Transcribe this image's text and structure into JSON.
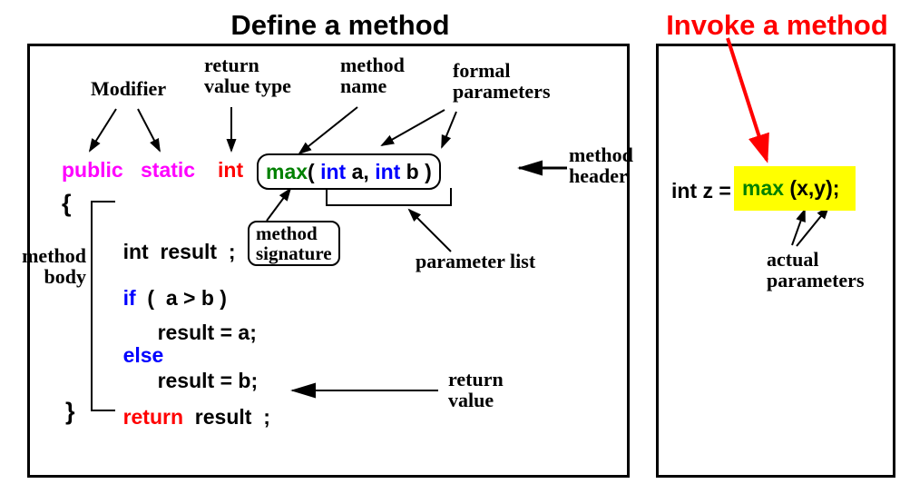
{
  "titles": {
    "define": "Define a method",
    "invoke": "Invoke a method"
  },
  "colors": {
    "magenta": "#ff00ff",
    "red": "#ff0000",
    "green": "#008000",
    "blue": "#0000ff",
    "black": "#000000",
    "yellow_highlight": "#ffff00",
    "invoke_title": "#ff0000"
  },
  "labels": {
    "modifier": "Modifier",
    "return_value_type": [
      "return",
      "value type"
    ],
    "method_name": [
      "method",
      "name"
    ],
    "formal_parameters": [
      "formal",
      "parameters"
    ],
    "method_header": [
      "method",
      "header"
    ],
    "method_signature": [
      "method",
      "signature"
    ],
    "parameter_list": "parameter list",
    "method_body": [
      "method",
      "body"
    ],
    "return_value": [
      "return",
      "value"
    ],
    "actual_parameters": [
      "actual",
      "parameters"
    ]
  },
  "code": {
    "open_brace": "{",
    "close_brace": "}",
    "header_tokens": [
      {
        "text": "public",
        "color": "#ff00ff"
      },
      {
        "text": "static",
        "color": "#ff00ff"
      },
      {
        "text": "int",
        "color": "#ff0000"
      }
    ],
    "signature_tokens": [
      {
        "text": "max",
        "color": "#008000"
      },
      {
        "text": "( ",
        "color": "#000000"
      },
      {
        "text": "int",
        "color": "#0000ff"
      },
      {
        "text": " a",
        "color": "#000000"
      },
      {
        "text": ", ",
        "color": "#000000"
      },
      {
        "text": "int",
        "color": "#0000ff"
      },
      {
        "text": " b ",
        "color": "#000000"
      },
      {
        "text": ")",
        "color": "#000000"
      }
    ],
    "body_lines": [
      {
        "tokens": [
          {
            "text": "int  result  ;",
            "color": "#000000"
          }
        ]
      },
      {
        "tokens": [
          {
            "text": "if",
            "color": "#0000ff"
          },
          {
            "text": "  (  a > b )",
            "color": "#000000"
          }
        ]
      },
      {
        "tokens": [
          {
            "text": "result = a;",
            "color": "#000000"
          }
        ]
      },
      {
        "tokens": [
          {
            "text": "else",
            "color": "#0000ff"
          }
        ]
      },
      {
        "tokens": [
          {
            "text": "result = b;",
            "color": "#000000"
          }
        ]
      },
      {
        "tokens": [
          {
            "text": "return",
            "color": "#ff0000"
          },
          {
            "text": "  result  ;",
            "color": "#000000"
          }
        ]
      }
    ],
    "invoke_prefix": "int z = ",
    "invoke_highlight": [
      {
        "text": "max",
        "color": "#008000"
      },
      {
        "text": " (x,y);",
        "color": "#000000"
      }
    ]
  }
}
